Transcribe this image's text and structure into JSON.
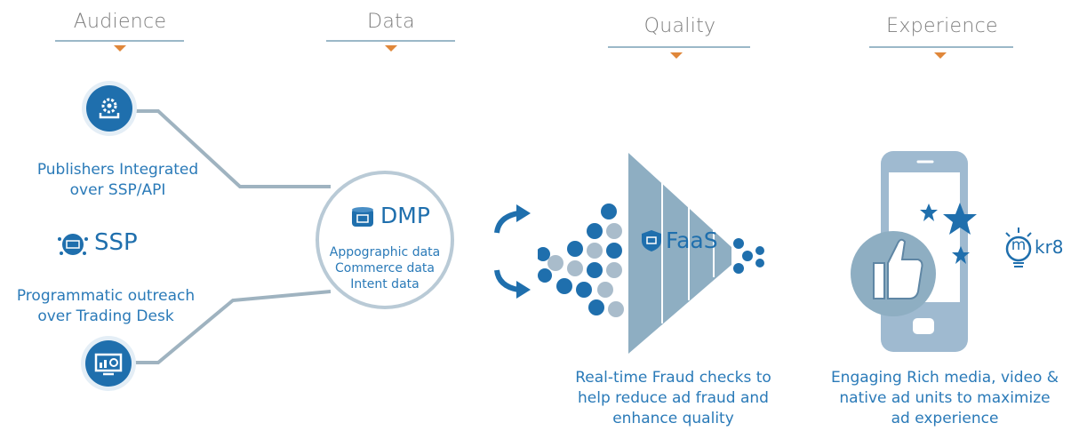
{
  "headers": {
    "audience": "Audience",
    "data": "Data",
    "quality": "Quality",
    "experience": "Experience"
  },
  "audience": {
    "publishers_line1": "Publishers Integrated",
    "publishers_line2": "over SSP/API",
    "ssp_label": "SSP",
    "programmatic_line1": "Programmatic outreach",
    "programmatic_line2": "over Trading Desk"
  },
  "dmp": {
    "title": "DMP",
    "line1": "Appographic data",
    "line2": "Commerce data",
    "line3": "Intent data"
  },
  "quality": {
    "faas_label": "FaaS",
    "caption_line1": "Real-time Fraud checks to",
    "caption_line2": "help reduce ad fraud and",
    "caption_line3": "enhance quality"
  },
  "experience": {
    "mkr8_label": "kr8",
    "mkr8_letter": "m",
    "caption_line1": "Engaging Rich media, video &",
    "caption_line2": "native ad units to maximize",
    "caption_line3": "ad experience"
  },
  "colors": {
    "brand_blue": "#1f6fad",
    "text_blue": "#2a7ab8",
    "steel": "#8eaec2",
    "arrow_orange": "#e0873a",
    "connector_gray": "#9fb3c0"
  },
  "icons": [
    "gear-upload-icon",
    "monitor-chart-icon",
    "database-icon",
    "shield-icon",
    "thumbs-up-icon",
    "star-icon",
    "lightbulb-icon",
    "curved-arrow-icon"
  ]
}
